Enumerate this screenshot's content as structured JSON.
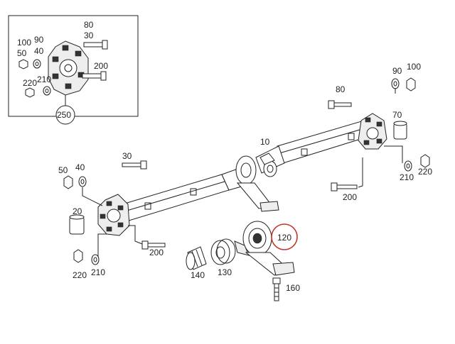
{
  "accent_color": "#c0392b",
  "labels": {
    "inset_80": "80",
    "inset_30": "30",
    "inset_100": "100",
    "inset_90": "90",
    "inset_50": "50",
    "inset_40": "40",
    "inset_200": "200",
    "inset_220": "220",
    "inset_210": "210",
    "inset_250": "250",
    "top_90": "90",
    "top_100": "100",
    "top_80": "80",
    "top_70": "70",
    "center_10": "10",
    "mid_30": "30",
    "left_50": "50",
    "left_40": "40",
    "right_220": "220",
    "right_210": "210",
    "right_200": "200",
    "left_20": "20",
    "left_200": "200",
    "left_220": "220",
    "left_210": "210",
    "part_120": "120",
    "part_140": "140",
    "part_130": "130",
    "part_160": "160"
  }
}
